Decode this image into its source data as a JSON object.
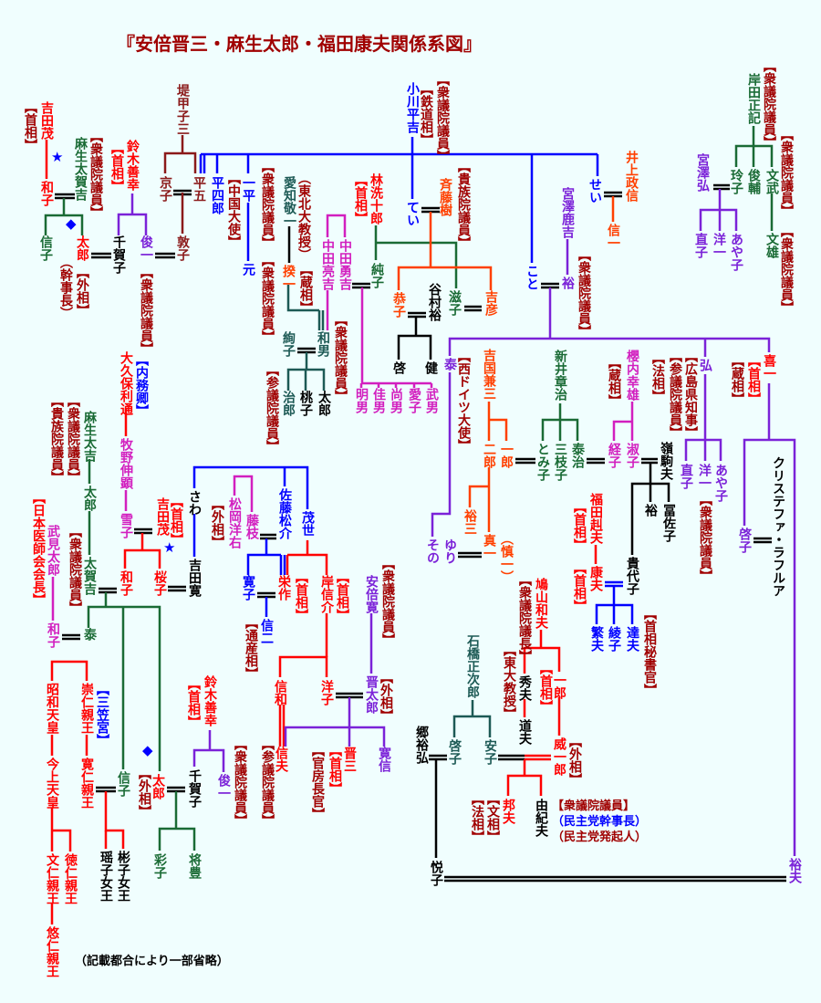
{
  "title": "『安倍晋三・麻生太郎・福田康夫関係系図』",
  "note": "（記載都合により一部省略）",
  "palette": {
    "red": "#ff0000",
    "darkred": "#a00000",
    "green": "#1a6b35",
    "blue": "#0000ff",
    "purple": "#7b22d8",
    "magenta": "#d21fbf",
    "orange": "#ff4000",
    "black": "#000000",
    "teal": "#1d5a55",
    "brown": "#8b1a1a"
  },
  "marks": {
    "star": "★",
    "diamond": "◆"
  },
  "nodes": {
    "n1": {
      "text": "吉田茂",
      "color": "red"
    },
    "n2": {
      "text": "【首相】",
      "color": "darkred"
    },
    "n3": {
      "text": "和子",
      "color": "red"
    },
    "n4": {
      "text": "麻生太賀吉",
      "color": "green"
    },
    "n5": {
      "text": "【衆議院議員】",
      "color": "darkred"
    },
    "n6": {
      "text": "信子",
      "color": "green"
    },
    "n7": {
      "text": "太郎",
      "color": "red"
    },
    "n8": {
      "text": "【外相】",
      "color": "darkred"
    },
    "n9": {
      "text": "（幹事長）",
      "color": "darkred"
    },
    "n10": {
      "text": "【首相】",
      "color": "red"
    },
    "n11": {
      "text": "鈴木善幸",
      "color": "red"
    },
    "n12": {
      "text": "千賀子",
      "color": "black"
    },
    "n13": {
      "text": "俊一",
      "color": "purple"
    },
    "n14": {
      "text": "【衆議院議員】",
      "color": "darkred"
    },
    "n15": {
      "text": "堤甲子三",
      "color": "brown"
    },
    "n16": {
      "text": "京子",
      "color": "brown"
    },
    "n17": {
      "text": "平五",
      "color": "brown"
    },
    "n18": {
      "text": "敦子",
      "color": "brown"
    },
    "n19": {
      "text": "平四郎",
      "color": "blue"
    },
    "n20": {
      "text": "【中国大使】",
      "color": "darkred"
    },
    "n21": {
      "text": "一平",
      "color": "blue"
    },
    "n22": {
      "text": "元",
      "color": "blue"
    },
    "n23": {
      "text": "【衆議院議員】",
      "color": "darkred"
    },
    "n24": {
      "text": "【衆議院議員】",
      "color": "darkred"
    },
    "n25": {
      "text": "愛知敬一",
      "color": "teal"
    },
    "n26": {
      "text": "（東北大教授）",
      "color": "darkred"
    },
    "n27": {
      "text": "揆一",
      "color": "orange"
    },
    "n28": {
      "text": "【蔵相】",
      "color": "darkred"
    },
    "n29": {
      "text": "絢子",
      "color": "teal"
    },
    "n30": {
      "text": "和男",
      "color": "teal"
    },
    "n31": {
      "text": "治郎",
      "color": "teal"
    },
    "n32": {
      "text": "桃子",
      "color": "black"
    },
    "n33": {
      "text": "太郎",
      "color": "black"
    },
    "n34": {
      "text": "【参議院議員】",
      "color": "darkred"
    },
    "n35": {
      "text": "中田亮吉",
      "color": "magenta"
    },
    "n36": {
      "text": "中田勇吉",
      "color": "magenta"
    },
    "n37": {
      "text": "【衆議院議員】",
      "color": "darkred"
    },
    "n38": {
      "text": "林洗十郎",
      "color": "red"
    },
    "n39": {
      "text": "【首相】",
      "color": "red"
    },
    "n40": {
      "text": "純子",
      "color": "green"
    },
    "n41": {
      "text": "小川平吉",
      "color": "blue"
    },
    "n42": {
      "text": "【鉄道相】",
      "color": "darkred"
    },
    "n43": {
      "text": "【衆議院議員】",
      "color": "darkred"
    },
    "n44": {
      "text": "てい",
      "color": "blue"
    },
    "n45": {
      "text": "斉藤樹",
      "color": "orange"
    },
    "n46": {
      "text": "【貴族院議員】",
      "color": "darkred"
    },
    "n47": {
      "text": "恭子",
      "color": "orange"
    },
    "n48": {
      "text": "谷村裕",
      "color": "black"
    },
    "n49": {
      "text": "滋子",
      "color": "green"
    },
    "n50": {
      "text": "吉彦",
      "color": "orange"
    },
    "n51": {
      "text": "啓",
      "color": "black"
    },
    "n52": {
      "text": "健",
      "color": "black"
    },
    "n53": {
      "text": "明男",
      "color": "magenta"
    },
    "n54": {
      "text": "佳男",
      "color": "magenta"
    },
    "n55": {
      "text": "尚男",
      "color": "magenta"
    },
    "n56": {
      "text": "愛子",
      "color": "magenta"
    },
    "n57": {
      "text": "武男",
      "color": "magenta"
    },
    "n58": {
      "text": "せい",
      "color": "blue"
    },
    "n59": {
      "text": "井上政信",
      "color": "orange"
    },
    "n60": {
      "text": "信一",
      "color": "orange"
    },
    "n61": {
      "text": "宮澤鹿吉",
      "color": "purple"
    },
    "n62": {
      "text": "こと",
      "color": "blue"
    },
    "n63": {
      "text": "裕",
      "color": "purple"
    },
    "n64": {
      "text": "【衆議院議員】",
      "color": "darkred"
    },
    "n65": {
      "text": "岸田正記",
      "color": "green"
    },
    "n66": {
      "text": "【衆議院議員】",
      "color": "darkred"
    },
    "n67": {
      "text": "玲子",
      "color": "green"
    },
    "n68": {
      "text": "俊輔",
      "color": "green"
    },
    "n69": {
      "text": "文武",
      "color": "green"
    },
    "n70": {
      "text": "文雄",
      "color": "green"
    },
    "n71": {
      "text": "【衆議院議員】",
      "color": "darkred"
    },
    "n72": {
      "text": "【衆議院議員】",
      "color": "darkred"
    },
    "n73": {
      "text": "宮澤弘",
      "color": "purple"
    },
    "n74": {
      "text": "直子",
      "color": "purple"
    },
    "n75": {
      "text": "洋一",
      "color": "purple"
    },
    "n76": {
      "text": "あや子",
      "color": "purple"
    },
    "n77": {
      "text": "泰",
      "color": "purple"
    },
    "n78": {
      "text": "【西ドイツ大使】",
      "color": "darkred"
    },
    "n79": {
      "text": "吉国兼三",
      "color": "orange"
    },
    "n80": {
      "text": "二郎",
      "color": "orange"
    },
    "n81": {
      "text": "一郎",
      "color": "orange"
    },
    "n82": {
      "text": "とみ子",
      "color": "green"
    },
    "n83": {
      "text": "三枝子",
      "color": "green"
    },
    "n84": {
      "text": "泰治",
      "color": "green"
    },
    "n85": {
      "text": "新井章治",
      "color": "green"
    },
    "n86": {
      "text": "経子",
      "color": "magenta"
    },
    "n87": {
      "text": "淑子",
      "color": "magenta"
    },
    "n88": {
      "text": "櫻内幸雄",
      "color": "magenta"
    },
    "n89": {
      "text": "【蔵相】",
      "color": "darkred"
    },
    "n90": {
      "text": "嶺駒夫",
      "color": "black"
    },
    "n91": {
      "text": "【法相】",
      "color": "darkred"
    },
    "n92": {
      "text": "【参議院議員】",
      "color": "darkred"
    },
    "n93": {
      "text": "【広島県知事】",
      "color": "darkred"
    },
    "n94": {
      "text": "弘",
      "color": "purple"
    },
    "n95": {
      "text": "直子",
      "color": "purple"
    },
    "n96": {
      "text": "洋一",
      "color": "purple"
    },
    "n97": {
      "text": "あや子",
      "color": "purple"
    },
    "n98": {
      "text": "【衆議院議員】",
      "color": "darkred"
    },
    "n99": {
      "text": "喜一",
      "color": "red"
    },
    "n100": {
      "text": "【首相】",
      "color": "red"
    },
    "n101": {
      "text": "【蔵相】",
      "color": "darkred"
    },
    "n102": {
      "text": "裕",
      "color": "black"
    },
    "n103": {
      "text": "冨佐子",
      "color": "black"
    },
    "n104": {
      "text": "裕三",
      "color": "orange"
    },
    "n105": {
      "text": "真一",
      "color": "orange"
    },
    "n106": {
      "text": "（慎一）",
      "color": "orange"
    },
    "n107": {
      "text": "その",
      "color": "purple"
    },
    "n108": {
      "text": "ゆり",
      "color": "purple"
    },
    "n109": {
      "text": "福田赳夫",
      "color": "red"
    },
    "n110": {
      "text": "【首相】",
      "color": "red"
    },
    "n111": {
      "text": "康夫",
      "color": "red"
    },
    "n112": {
      "text": "【首相】",
      "color": "red"
    },
    "n113": {
      "text": "貴代子",
      "color": "black"
    },
    "n114": {
      "text": "啓子",
      "color": "purple"
    },
    "n115": {
      "text": "クリステファ・ラフルア",
      "color": "black"
    },
    "n116": {
      "text": "繁夫",
      "color": "blue"
    },
    "n117": {
      "text": "綾子",
      "color": "blue"
    },
    "n118": {
      "text": "達夫",
      "color": "blue"
    },
    "n119": {
      "text": "【首相秘書官】",
      "color": "darkred"
    },
    "n120": {
      "text": "鳩山和夫",
      "color": "red"
    },
    "n121": {
      "text": "【衆議院議長】",
      "color": "darkred"
    },
    "n122": {
      "text": "【東大教授】",
      "color": "darkred"
    },
    "n123": {
      "text": "秀夫",
      "color": "black"
    },
    "n124": {
      "text": "道夫",
      "color": "black"
    },
    "n125": {
      "text": "【首相】",
      "color": "red"
    },
    "n126": {
      "text": "一郎",
      "color": "red"
    },
    "n127": {
      "text": "威一郎",
      "color": "red"
    },
    "n128": {
      "text": "【外相】",
      "color": "darkred"
    },
    "n129": {
      "text": "石橋正次郎",
      "color": "teal"
    },
    "n130": {
      "text": "啓子",
      "color": "teal"
    },
    "n131": {
      "text": "安子",
      "color": "teal"
    },
    "n132": {
      "text": "郷裕弘",
      "color": "black"
    },
    "n133": {
      "text": "悦子",
      "color": "black"
    },
    "n134": {
      "text": "裕夫",
      "color": "purple"
    },
    "n135": {
      "text": "【法相】",
      "color": "darkred"
    },
    "n136": {
      "text": "【文相】",
      "color": "darkred"
    },
    "n137": {
      "text": "邦夫",
      "color": "red"
    },
    "n138": {
      "text": "由紀夫",
      "color": "black"
    },
    "n139": {
      "text": "大久保利通",
      "color": "red"
    },
    "n140": {
      "text": "【内務卿】",
      "color": "blue"
    },
    "n141": {
      "text": "牧野伸顕",
      "color": "magenta"
    },
    "n142": {
      "text": "雪子",
      "color": "magenta"
    },
    "n143": {
      "text": "吉田茂",
      "color": "red"
    },
    "n144": {
      "text": "【首相】",
      "color": "red"
    },
    "n145": {
      "text": "和子",
      "color": "red"
    },
    "n146": {
      "text": "桜子",
      "color": "red"
    },
    "n147": {
      "text": "さわ",
      "color": "black"
    },
    "n148": {
      "text": "吉田寛",
      "color": "black"
    },
    "n149": {
      "text": "麻生太吉",
      "color": "green"
    },
    "n150": {
      "text": "【衆議院議員】",
      "color": "darkred"
    },
    "n151": {
      "text": "【貴族院議員】",
      "color": "darkred"
    },
    "n152": {
      "text": "太郎",
      "color": "green"
    },
    "n153": {
      "text": "太賀吉",
      "color": "green"
    },
    "n154": {
      "text": "【衆議院議員】",
      "color": "darkred"
    },
    "n155": {
      "text": "【日本医師会会長】",
      "color": "red"
    },
    "n156": {
      "text": "武見太郎",
      "color": "magenta"
    },
    "n157": {
      "text": "和子",
      "color": "magenta"
    },
    "n158": {
      "text": "泰",
      "color": "green"
    },
    "n159": {
      "text": "【外相】",
      "color": "darkred"
    },
    "n160": {
      "text": "松岡洋右",
      "color": "magenta"
    },
    "n161": {
      "text": "藤枝",
      "color": "magenta"
    },
    "n162": {
      "text": "佐藤松介",
      "color": "blue"
    },
    "n163": {
      "text": "茂世",
      "color": "blue"
    },
    "n164": {
      "text": "寛子",
      "color": "blue"
    },
    "n165": {
      "text": "栄作",
      "color": "red"
    },
    "n166": {
      "text": "【首相】",
      "color": "red"
    },
    "n167": {
      "text": "岸信介",
      "color": "red"
    },
    "n168": {
      "text": "【首相】",
      "color": "red"
    },
    "n169": {
      "text": "信二",
      "color": "blue"
    },
    "n170": {
      "text": "【通産相】",
      "color": "darkred"
    },
    "n171": {
      "text": "安倍寛",
      "color": "purple"
    },
    "n172": {
      "text": "【衆議院議員】",
      "color": "darkred"
    },
    "n173": {
      "text": "信和",
      "color": "red"
    },
    "n174": {
      "text": "洋子",
      "color": "red"
    },
    "n175": {
      "text": "晋太郎",
      "color": "purple"
    },
    "n176": {
      "text": "【外相】",
      "color": "darkred"
    },
    "n177": {
      "text": "信夫",
      "color": "red"
    },
    "n178": {
      "text": "【参議院議員】",
      "color": "darkred"
    },
    "n179": {
      "text": "晋三",
      "color": "red"
    },
    "n180": {
      "text": "【首相】",
      "color": "red"
    },
    "n181": {
      "text": "【官房長官】",
      "color": "darkred"
    },
    "n182": {
      "text": "寛信",
      "color": "purple"
    },
    "n183": {
      "text": "昭和天皇",
      "color": "red"
    },
    "n184": {
      "text": "今上天皇",
      "color": "red"
    },
    "n185": {
      "text": "文仁親王",
      "color": "red"
    },
    "n186": {
      "text": "悠仁親王",
      "color": "red"
    },
    "n187": {
      "text": "崇仁親王",
      "color": "red"
    },
    "n188": {
      "text": "【三笠宮】",
      "color": "blue"
    },
    "n189": {
      "text": "寛仁親王",
      "color": "red"
    },
    "n190": {
      "text": "徳仁親王",
      "color": "red"
    },
    "n191": {
      "text": "瑶子女王",
      "color": "black"
    },
    "n192": {
      "text": "彬子女王",
      "color": "black"
    },
    "n193": {
      "text": "信子",
      "color": "green"
    },
    "n194": {
      "text": "太郎",
      "color": "red"
    },
    "n195": {
      "text": "【外相】",
      "color": "darkred"
    },
    "n196": {
      "text": "千賀子",
      "color": "black"
    },
    "n197": {
      "text": "俊一",
      "color": "purple"
    },
    "n198": {
      "text": "鈴木善幸",
      "color": "red"
    },
    "n199": {
      "text": "【首相】",
      "color": "red"
    },
    "n200": {
      "text": "【衆議院議員】",
      "color": "darkred"
    },
    "n201": {
      "text": "彩子",
      "color": "green"
    },
    "n202": {
      "text": "将豊",
      "color": "green"
    }
  },
  "hnodes": {
    "h1": {
      "text": "【衆議院議員】",
      "color": "darkred"
    },
    "h2": {
      "text": "（民主党幹事長）",
      "color": "blue"
    },
    "h3": {
      "text": "（民主党発起人）",
      "color": "darkred"
    }
  }
}
